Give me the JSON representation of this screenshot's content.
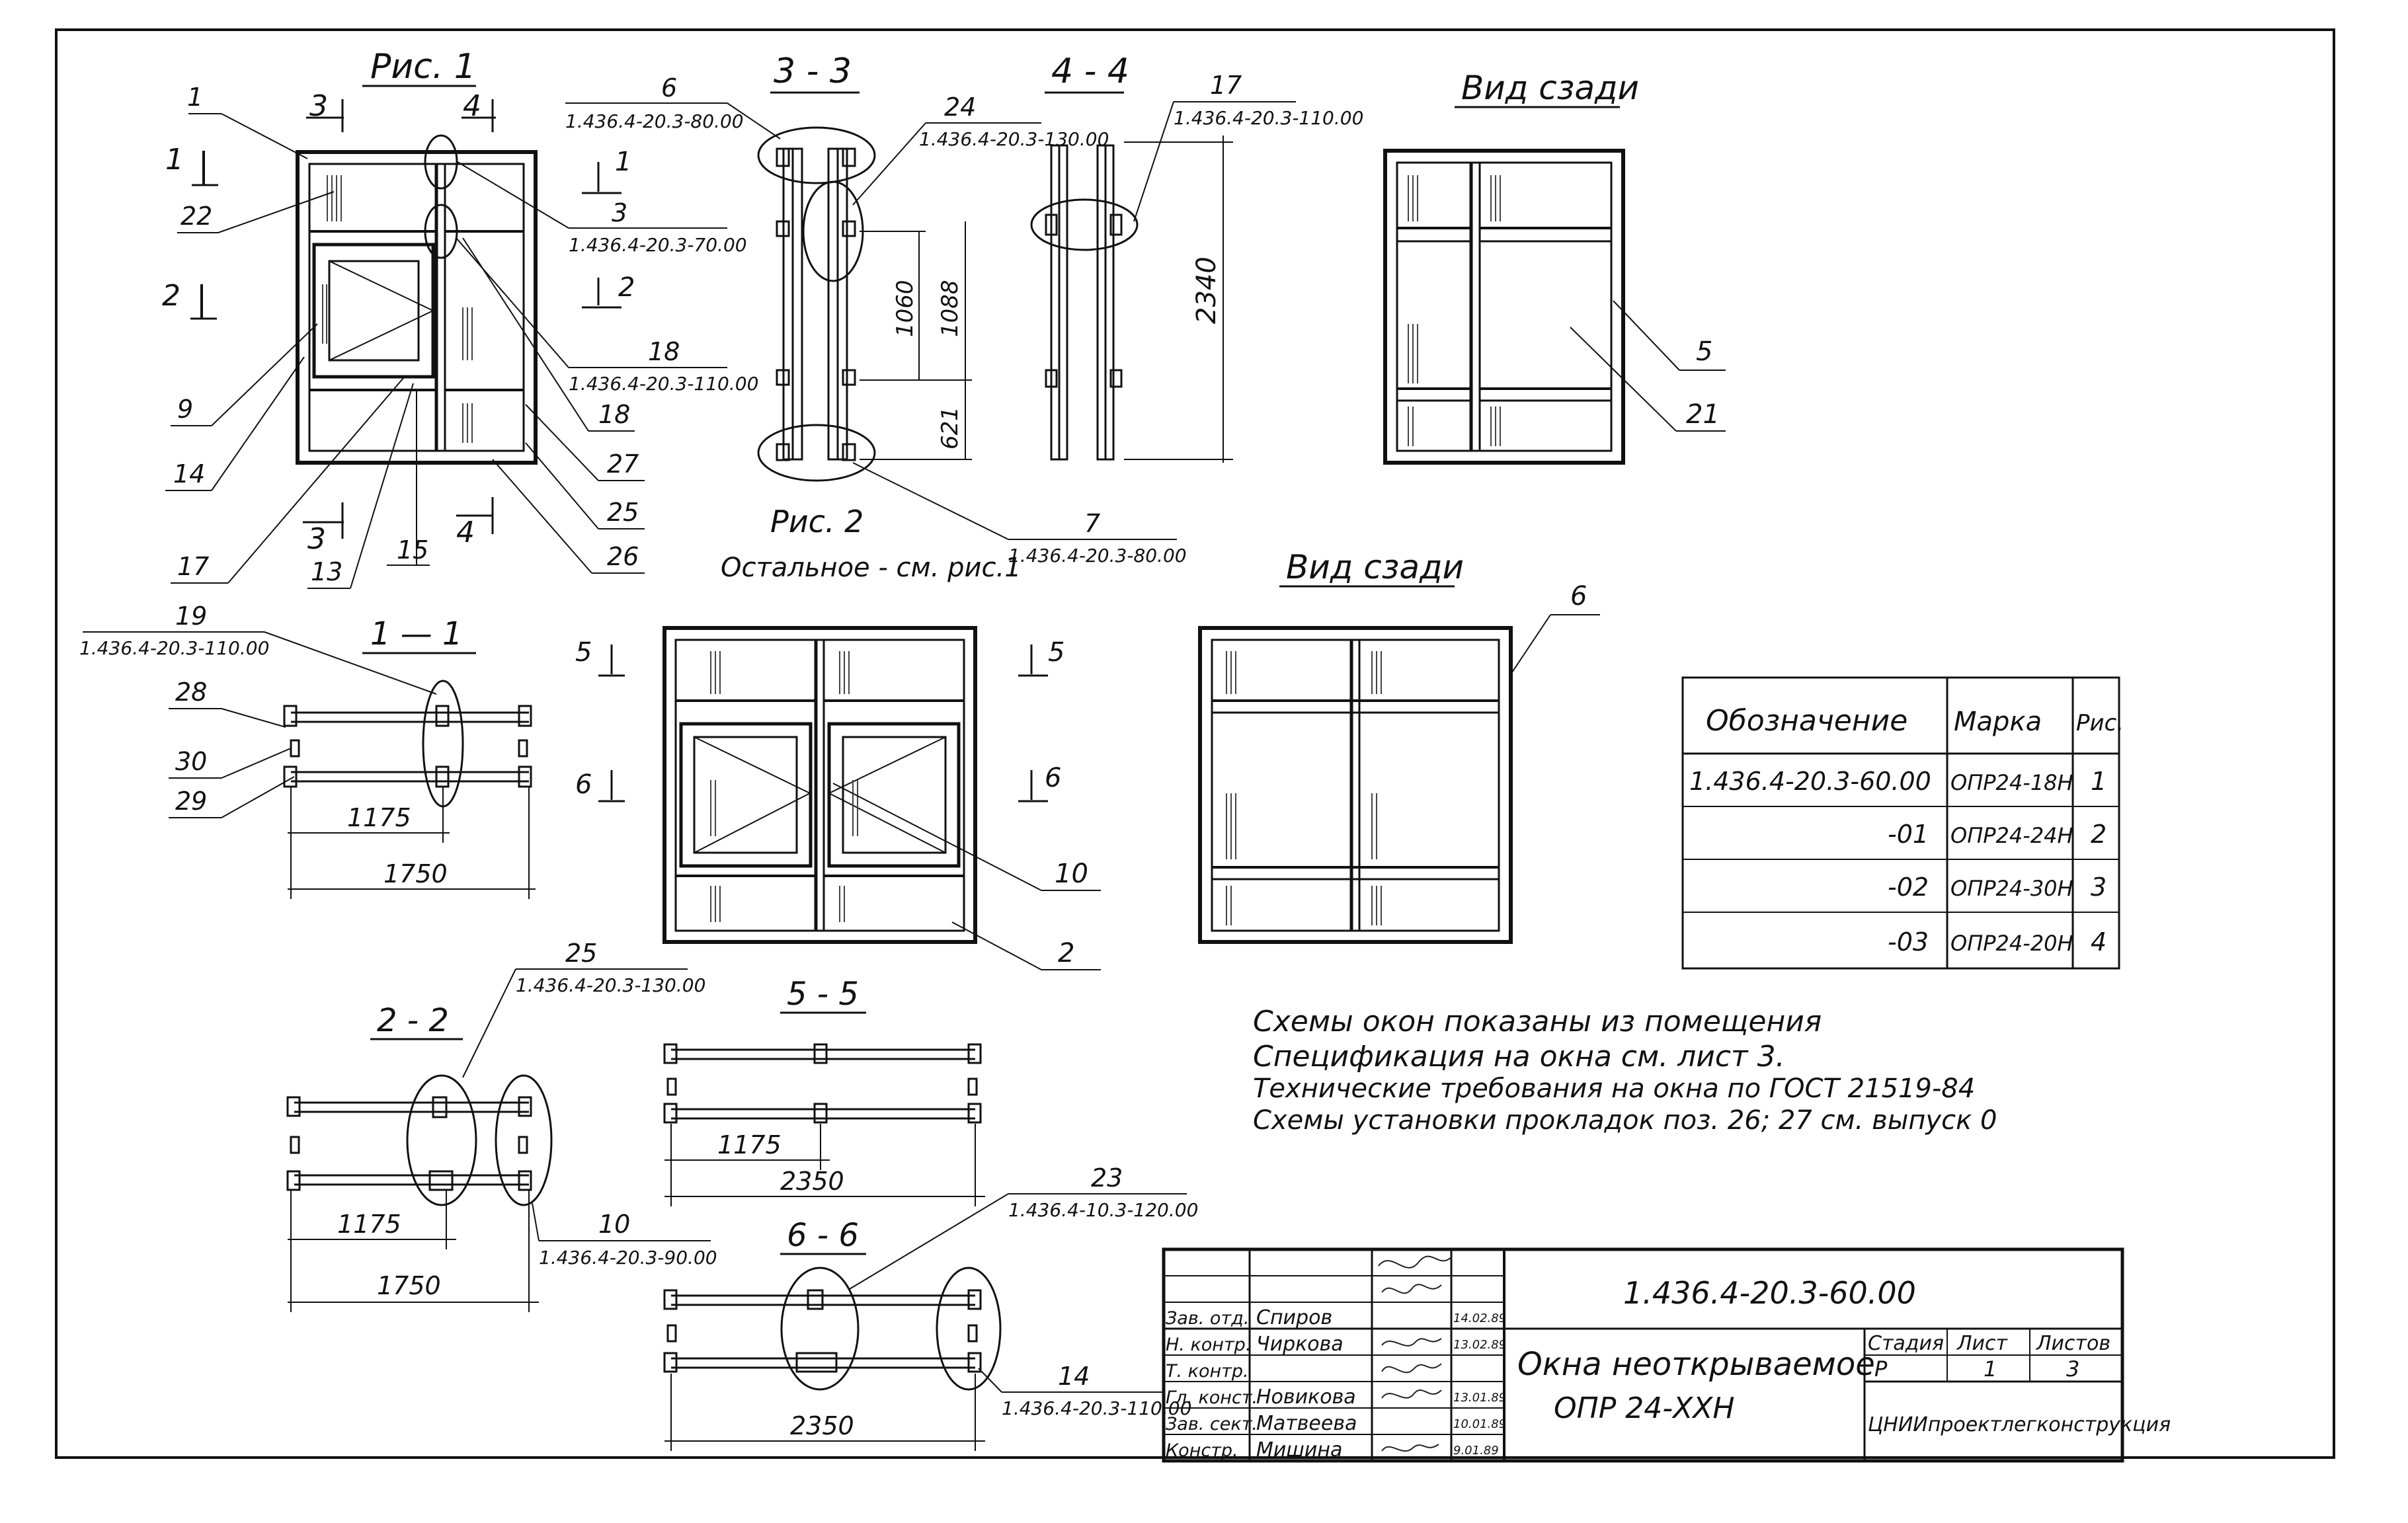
{
  "fig1": {
    "title": "Рис. 1",
    "back_title": "Вид сзади",
    "cuts": {
      "c1": "1",
      "c2": "2",
      "c3": "3",
      "c4": "4"
    },
    "left_refs": [
      "1",
      "22",
      "9",
      "14",
      "17",
      "13",
      "15"
    ],
    "right_refs": [
      "27",
      "25",
      "26",
      "18"
    ],
    "call_6": {
      "num": "6",
      "code": "1.436.4-20.3-80.00"
    },
    "call_3": {
      "num": "3",
      "code": "1.436.4-20.3-70.00"
    },
    "call_18": {
      "num": "18",
      "code": "1.436.4-20.3-110.00"
    },
    "back_refs": [
      "5",
      "21"
    ]
  },
  "sec33": {
    "title": "3 - 3",
    "call_24": {
      "num": "24",
      "code": "1.436.4-20.3-130.00"
    },
    "call_7": {
      "num": "7",
      "code": "1.436.4-20.3-80.00"
    },
    "dims": [
      "1060",
      "1088",
      "621"
    ]
  },
  "sec44": {
    "title": "4 - 4",
    "call_17": {
      "num": "17",
      "code": "1.436.4-20.3-110.00"
    },
    "dim": "2340"
  },
  "fig2": {
    "title": "Рис. 2",
    "note": "Остальное - см. рис.1",
    "back_title": "Вид сзади",
    "cuts": {
      "c5": "5",
      "c6": "6"
    },
    "refs": [
      "10",
      "2"
    ],
    "back_ref": "6"
  },
  "sec11": {
    "title": "1 — 1",
    "call_19": {
      "num": "19",
      "code": "1.436.4-20.3-110.00"
    },
    "refs": [
      "28",
      "30",
      "29"
    ],
    "dims": [
      "1175",
      "1750"
    ]
  },
  "sec22": {
    "title": "2 - 2",
    "call_25": {
      "num": "25",
      "code": "1.436.4-20.3-130.00"
    },
    "call_10": {
      "num": "10",
      "code": "1.436.4-20.3-90.00"
    },
    "dims": [
      "1175",
      "1750"
    ]
  },
  "sec55": {
    "title": "5 - 5",
    "dims": [
      "1175",
      "2350"
    ]
  },
  "sec66": {
    "title": "6 - 6",
    "call_23": {
      "num": "23",
      "code": "1.436.4-10.3-120.00"
    },
    "call_14": {
      "num": "14",
      "code": "1.436.4-20.3-110.00"
    },
    "dim": "2350"
  },
  "table": {
    "headers": [
      "Обозначение",
      "Марка",
      "Рис."
    ],
    "rows": [
      [
        "1.436.4-20.3-60.00",
        "ОПР24-18Н",
        "1"
      ],
      [
        "-01",
        "ОПР24-24Н",
        "2"
      ],
      [
        "-02",
        "ОПР24-30Н",
        "3"
      ],
      [
        "-03",
        "ОПР24-20Н",
        "4"
      ]
    ]
  },
  "notes": [
    "Схемы окон показаны из помещения",
    "Спецификация на окна см. лист 3.",
    "Технические требования на окна по ГОСТ 21519-84",
    "Схемы установки прокладок поз. 26; 27 см. выпуск 0"
  ],
  "title_block": {
    "doc_code": "1.436.4-20.3-60.00",
    "name_line1": "Окна неоткрываемое",
    "name_line2": "ОПР 24-ХХН",
    "stage_label": "Стадия",
    "sheet_label": "Лист",
    "sheets_label": "Листов",
    "stage": "Р",
    "sheet": "1",
    "sheets": "3",
    "org": "ЦНИИпроектлегконструкция",
    "roles": [
      {
        "role": "Зав. отд.",
        "name": "Спиров",
        "date": "14.02.89"
      },
      {
        "role": "Н. контр.",
        "name": "Чиркова",
        "date": "13.02.89"
      },
      {
        "role": "Т. контр.",
        "name": "",
        "date": ""
      },
      {
        "role": "Гл. конст.",
        "name": "Новикова",
        "date": "13.01.89"
      },
      {
        "role": "Зав. сект.",
        "name": "Матвеева",
        "date": "10.01.89"
      },
      {
        "role": "Констр.",
        "name": "Мишина",
        "date": "9.01.89"
      }
    ]
  }
}
